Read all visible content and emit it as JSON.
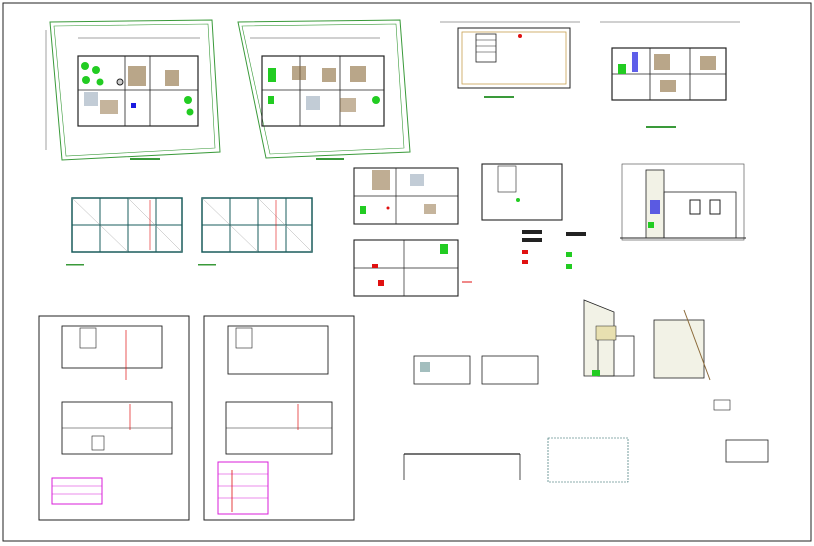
{
  "drawing": {
    "room_tag": "",
    "sheet_panels": [
      {
        "id": "site-plan-ground",
        "kind": "site plan"
      },
      {
        "id": "site-plan-upper",
        "kind": "site plan"
      },
      {
        "id": "roof-plan",
        "kind": "plan"
      },
      {
        "id": "upper-floor-plan",
        "kind": "plan"
      },
      {
        "id": "structure-plan-a",
        "kind": "structural"
      },
      {
        "id": "structure-plan-b",
        "kind": "structural"
      },
      {
        "id": "furnished-plan",
        "kind": "plan"
      },
      {
        "id": "roof-small",
        "kind": "plan"
      },
      {
        "id": "front-elevation",
        "kind": "elevation"
      },
      {
        "id": "electrical-sheet",
        "kind": "sheet"
      },
      {
        "id": "plumbing-sheet",
        "kind": "sheet"
      },
      {
        "id": "sections",
        "kind": "section"
      },
      {
        "id": "details",
        "kind": "detail"
      }
    ],
    "colors": {
      "site_boundary": "#3a9a3a",
      "walls": "#222222",
      "structure": "#1a5c5c",
      "legend": "#d81ed8",
      "highlight_red": "#e01010",
      "tree_green": "#22cc22",
      "floor_blue": "#1a1ae0",
      "furniture_brown": "#8b6a3a"
    }
  }
}
